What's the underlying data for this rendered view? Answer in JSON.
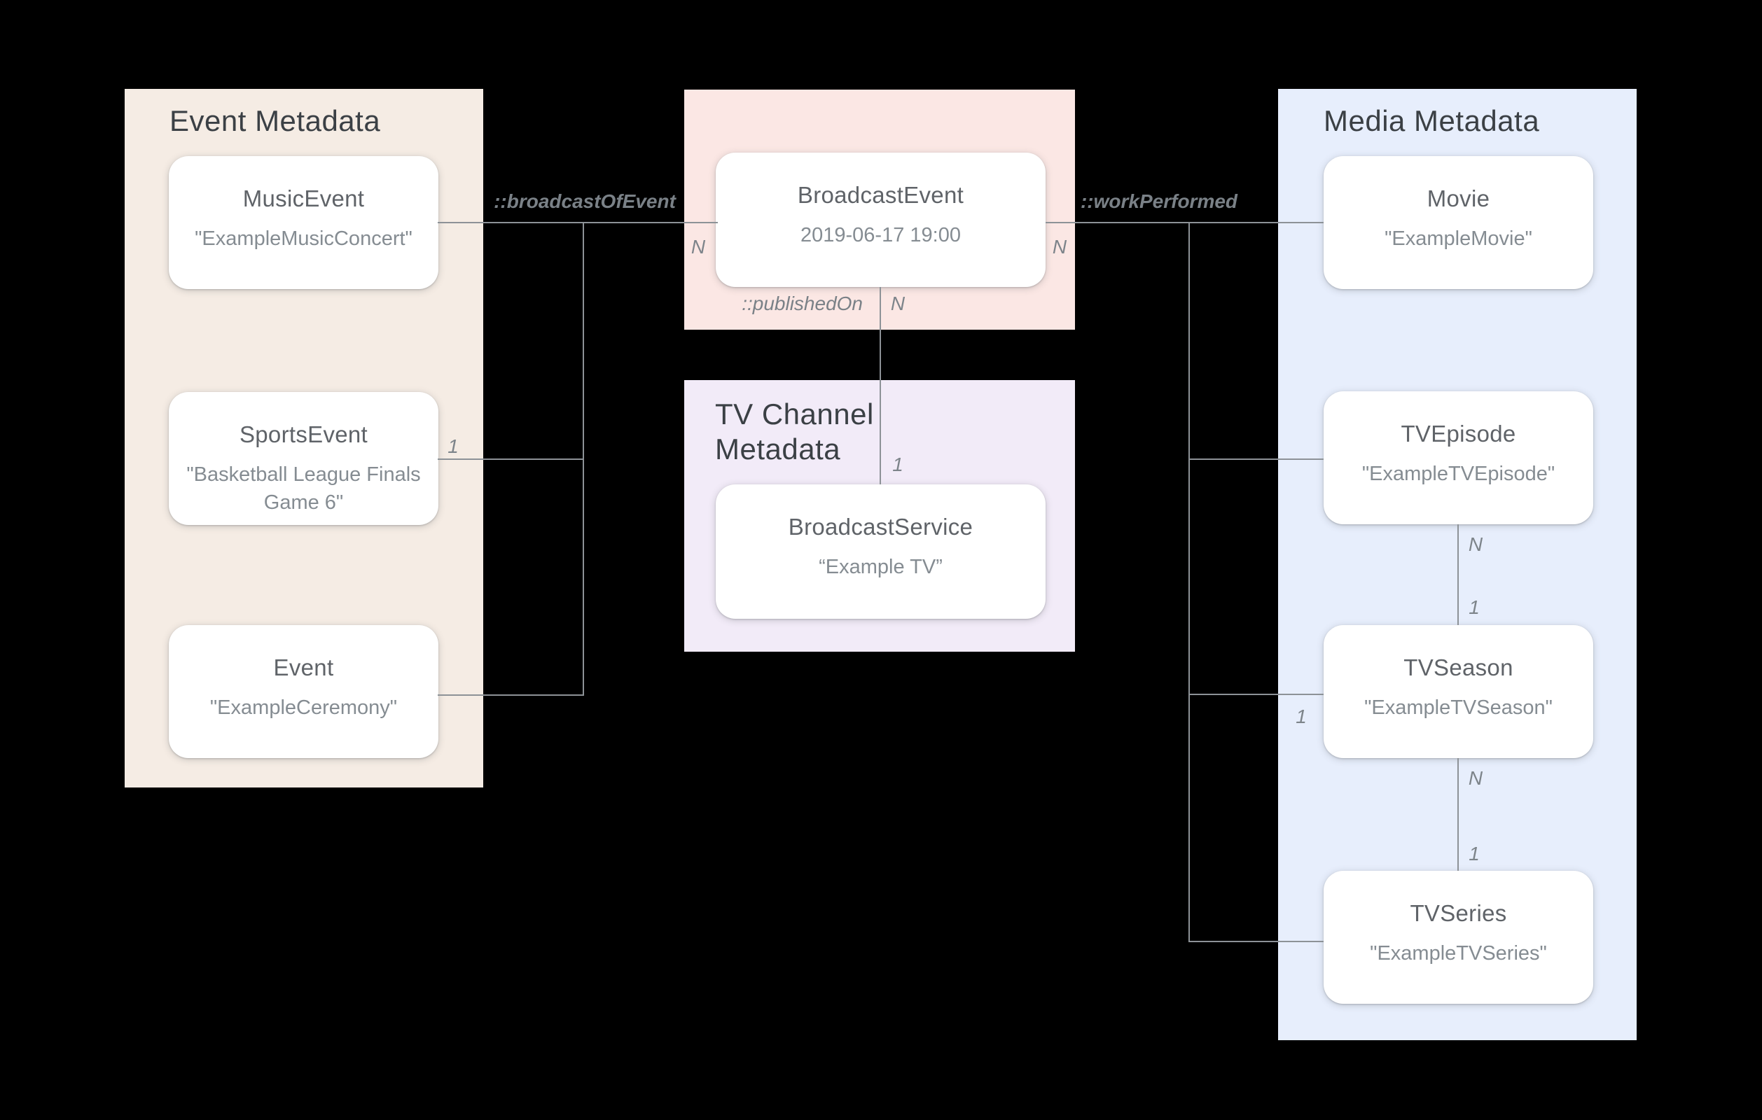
{
  "colors": {
    "background": "#000000",
    "event_panel": "#f5ece4",
    "broadcast_panel": "#fbe7e4",
    "tv_channel_panel": "#f2ebf8",
    "media_panel": "#e7eefc",
    "card": "#ffffff",
    "connector_line": "#8d9297",
    "panel_title_text": "#3b4045",
    "card_title_text": "#5f6368",
    "card_subtitle_text": "#858c92",
    "label_text": "#7a8187"
  },
  "panels": {
    "event": {
      "title": "Event Metadata",
      "cards": {
        "music": {
          "title": "MusicEvent",
          "subtitle": "\"ExampleMusicConcert\""
        },
        "sports": {
          "title": "SportsEvent",
          "subtitle_line1": "\"Basketball League Finals",
          "subtitle_line2": "Game 6\""
        },
        "event": {
          "title": "Event",
          "subtitle": "\"ExampleCeremony\""
        }
      }
    },
    "broadcast": {
      "cards": {
        "broadcast_event": {
          "title": "BroadcastEvent",
          "subtitle": "2019-06-17 19:00"
        }
      }
    },
    "tv_channel": {
      "title": "TV Channel Metadata",
      "cards": {
        "broadcast_service": {
          "title": "BroadcastService",
          "subtitle": "“Example TV”"
        }
      }
    },
    "media": {
      "title": "Media Metadata",
      "cards": {
        "movie": {
          "title": "Movie",
          "subtitle": "\"ExampleMovie\""
        },
        "episode": {
          "title": "TVEpisode",
          "subtitle": "\"ExampleTVEpisode\""
        },
        "season": {
          "title": "TVSeason",
          "subtitle": "\"ExampleTVSeason\""
        },
        "series": {
          "title": "TVSeries",
          "subtitle": "\"ExampleTVSeries\""
        }
      }
    }
  },
  "edges": {
    "broadcast_of_event": {
      "label": "::broadcastOfEvent"
    },
    "published_on": {
      "label": "::publishedOn"
    },
    "work_performed": {
      "label": "::workPerformed"
    }
  },
  "cardinality": {
    "events_to_broadcast_n": "N",
    "broadcast_to_media_n": "N",
    "sports_event_1": "1",
    "published_on_n": "N",
    "published_on_1": "1",
    "tv_season_branch_1": "1",
    "episode_to_season_n": "N",
    "episode_to_season_1": "1",
    "season_to_series_n": "N",
    "season_to_series_1": "1"
  }
}
